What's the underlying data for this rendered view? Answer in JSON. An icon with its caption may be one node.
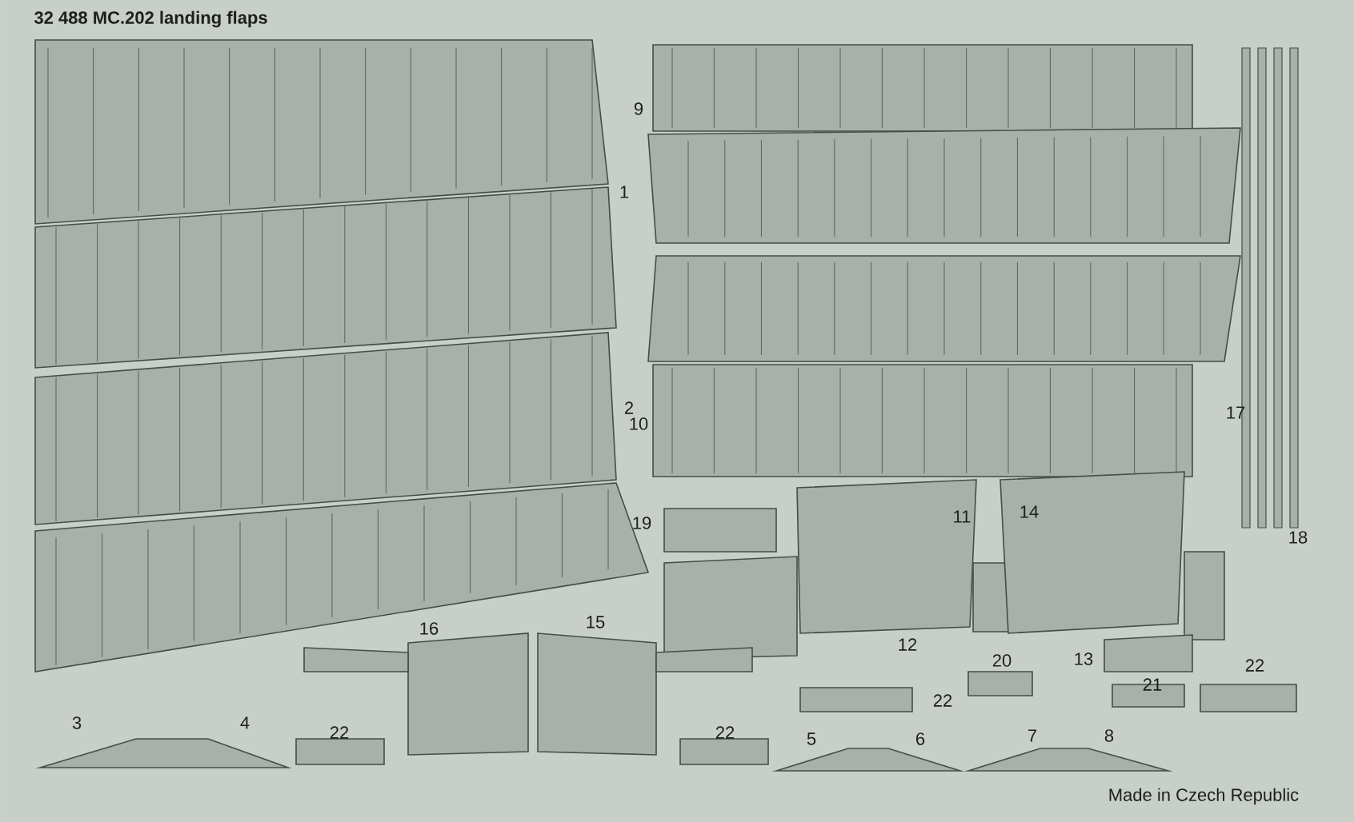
{
  "diagram": {
    "title": "32 488  MC.202 landing flaps",
    "labels": [
      "9",
      "1",
      "2",
      "10",
      "17",
      "19",
      "11",
      "14",
      "18",
      "16",
      "15",
      "12",
      "20",
      "13",
      "22",
      "21",
      "22",
      "3",
      "4",
      "22",
      "22",
      "5",
      "6",
      "7",
      "8",
      "Made in Czech Republic"
    ]
  }
}
